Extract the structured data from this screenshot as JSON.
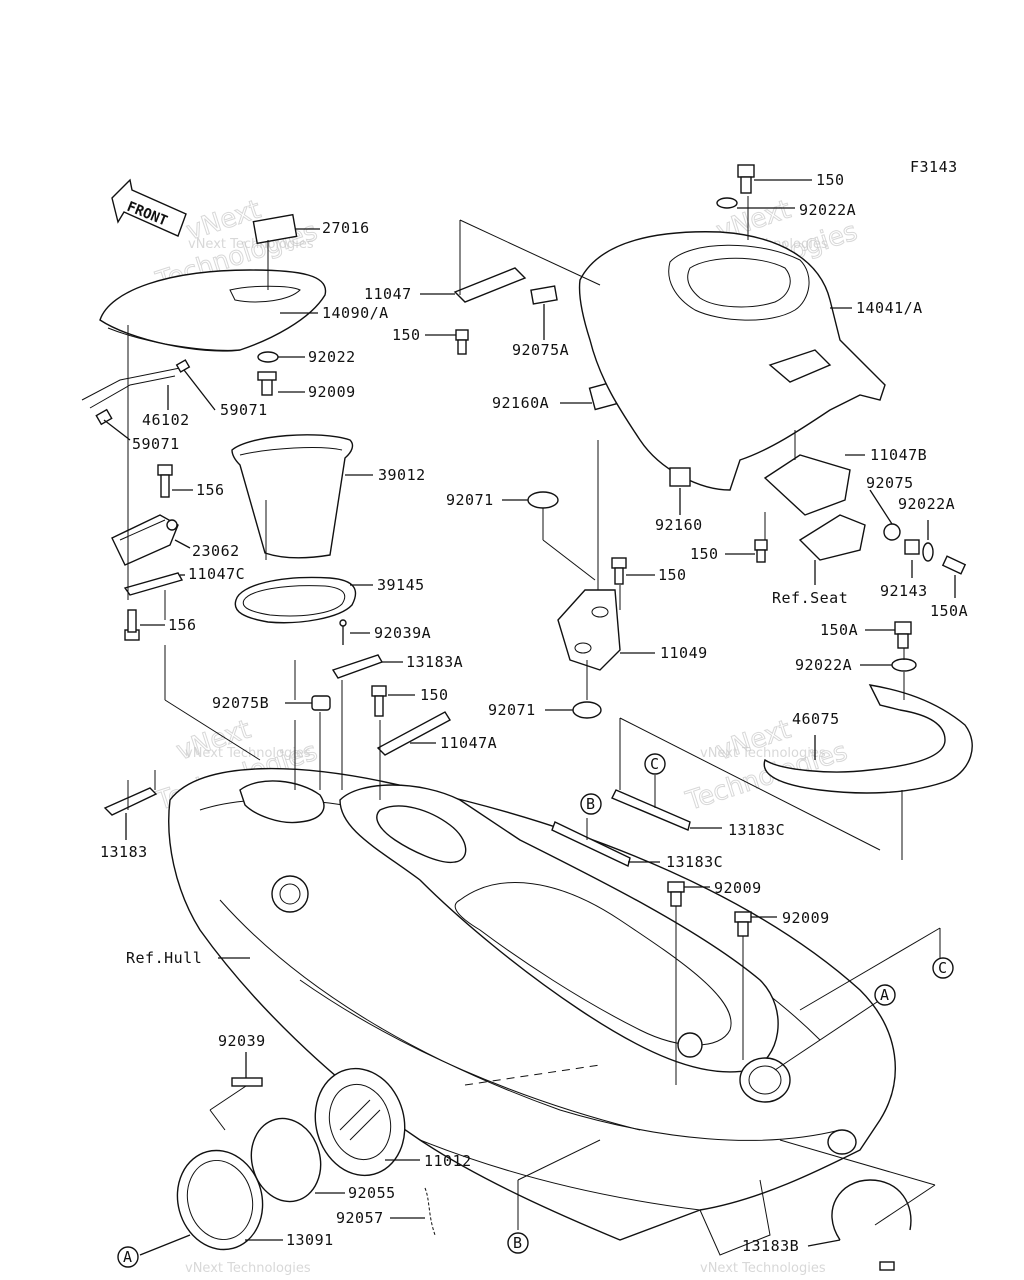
{
  "figure_code": "F3143",
  "front_arrow_text": "FRONT",
  "watermark": {
    "primary": "vNext Technologies",
    "outline_a": "vNext",
    "outline_b": "Technologies"
  },
  "callouts": {
    "circle_a": "A",
    "circle_b": "B",
    "circle_c": "C"
  },
  "labels": {
    "p27016": "27016",
    "p14090a": "14090/A",
    "p92022": "92022",
    "p92009_top": "92009",
    "p59071_a": "59071",
    "p46102": "46102",
    "p59071_b": "59071",
    "p39012": "39012",
    "p156_a": "156",
    "p23062": "23062",
    "p11047c": "11047C",
    "p39145": "39145",
    "p156_b": "156",
    "p92039a": "92039A",
    "p13183a": "13183A",
    "p150_mid": "150",
    "p92075b": "92075B",
    "p11047a": "11047A",
    "p13183": "13183",
    "p11047": "11047",
    "p150_left": "150",
    "p92075a": "92075A",
    "p92160a": "92160A",
    "p92071_a": "92071",
    "p92160": "92160",
    "p150_11049": "150",
    "p11049": "11049",
    "p92071_b": "92071",
    "p150_top": "150",
    "p92022a_top": "92022A",
    "p14041a": "14041/A",
    "p11047b": "11047B",
    "p92075": "92075",
    "p92022a_r": "92022A",
    "p150_r": "150",
    "p92143": "92143",
    "p150a_r": "150A",
    "ref_seat": "Ref.Seat",
    "p150a": "150A",
    "p92022a_low": "92022A",
    "p46075": "46075",
    "p13183c_a": "13183C",
    "p13183c_b": "13183C",
    "p92009_a": "92009",
    "p92009_b": "92009",
    "ref_hull": "Ref.Hull",
    "p92039": "92039",
    "p11012": "11012",
    "p92055": "92055",
    "p92057": "92057",
    "p13091": "13091",
    "p13183b": "13183B"
  }
}
